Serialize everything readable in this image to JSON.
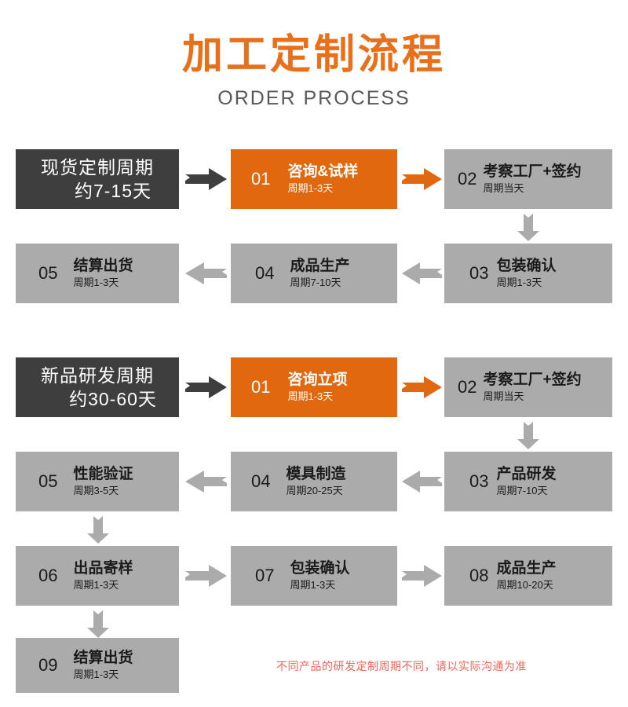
{
  "header": {
    "title_cn": "加工定制流程",
    "title_en": "ORDER PROCESS",
    "title_color": "#E8701A",
    "subtitle_color": "#595959"
  },
  "colors": {
    "dark": "#3E3E3E",
    "gray": "#ABABAB",
    "orange": "#E2680F",
    "red_note": "#F4655A",
    "white": "#FFFFFF",
    "black_text": "#1A1A1A"
  },
  "section_stock": {
    "lead": {
      "line1": "现货定制周期",
      "line2": "约7-15天",
      "style": "dark"
    },
    "steps": [
      {
        "num": "01",
        "label": "咨询&试样",
        "sub": "周期1-3天",
        "style": "orange"
      },
      {
        "num": "02",
        "label": "考察工厂+签约",
        "sub": "周期当天",
        "style": "gray"
      },
      {
        "num": "03",
        "label": "包装确认",
        "sub": "周期1-3天",
        "style": "gray"
      },
      {
        "num": "04",
        "label": "成品生产",
        "sub": "周期7-10天",
        "style": "gray"
      },
      {
        "num": "05",
        "label": "结算出货",
        "sub": "周期1-3天",
        "style": "gray"
      }
    ]
  },
  "section_rnd": {
    "lead": {
      "line1": "新品研发周期",
      "line2": "约30-60天",
      "style": "dark"
    },
    "steps": [
      {
        "num": "01",
        "label": "咨询立项",
        "sub": "周期1-3天",
        "style": "orange"
      },
      {
        "num": "02",
        "label": "考察工厂+签约",
        "sub": "周期当天",
        "style": "gray"
      },
      {
        "num": "03",
        "label": "产品研发",
        "sub": "周期7-10天",
        "style": "gray"
      },
      {
        "num": "04",
        "label": "模具制造",
        "sub": "周期20-25天",
        "style": "gray"
      },
      {
        "num": "05",
        "label": "性能验证",
        "sub": "周期3-5天",
        "style": "gray"
      },
      {
        "num": "06",
        "label": "出品寄样",
        "sub": "周期1-3天",
        "style": "gray"
      },
      {
        "num": "07",
        "label": "包装确认",
        "sub": "周期1-3天",
        "style": "gray"
      },
      {
        "num": "08",
        "label": "成品生产",
        "sub": "周期10-20天",
        "style": "gray"
      },
      {
        "num": "09",
        "label": "结算出货",
        "sub": "周期1-3天",
        "style": "gray"
      }
    ]
  },
  "footnote": {
    "text": "不同产品的研发定制周期不同，请以实际沟通为准"
  }
}
